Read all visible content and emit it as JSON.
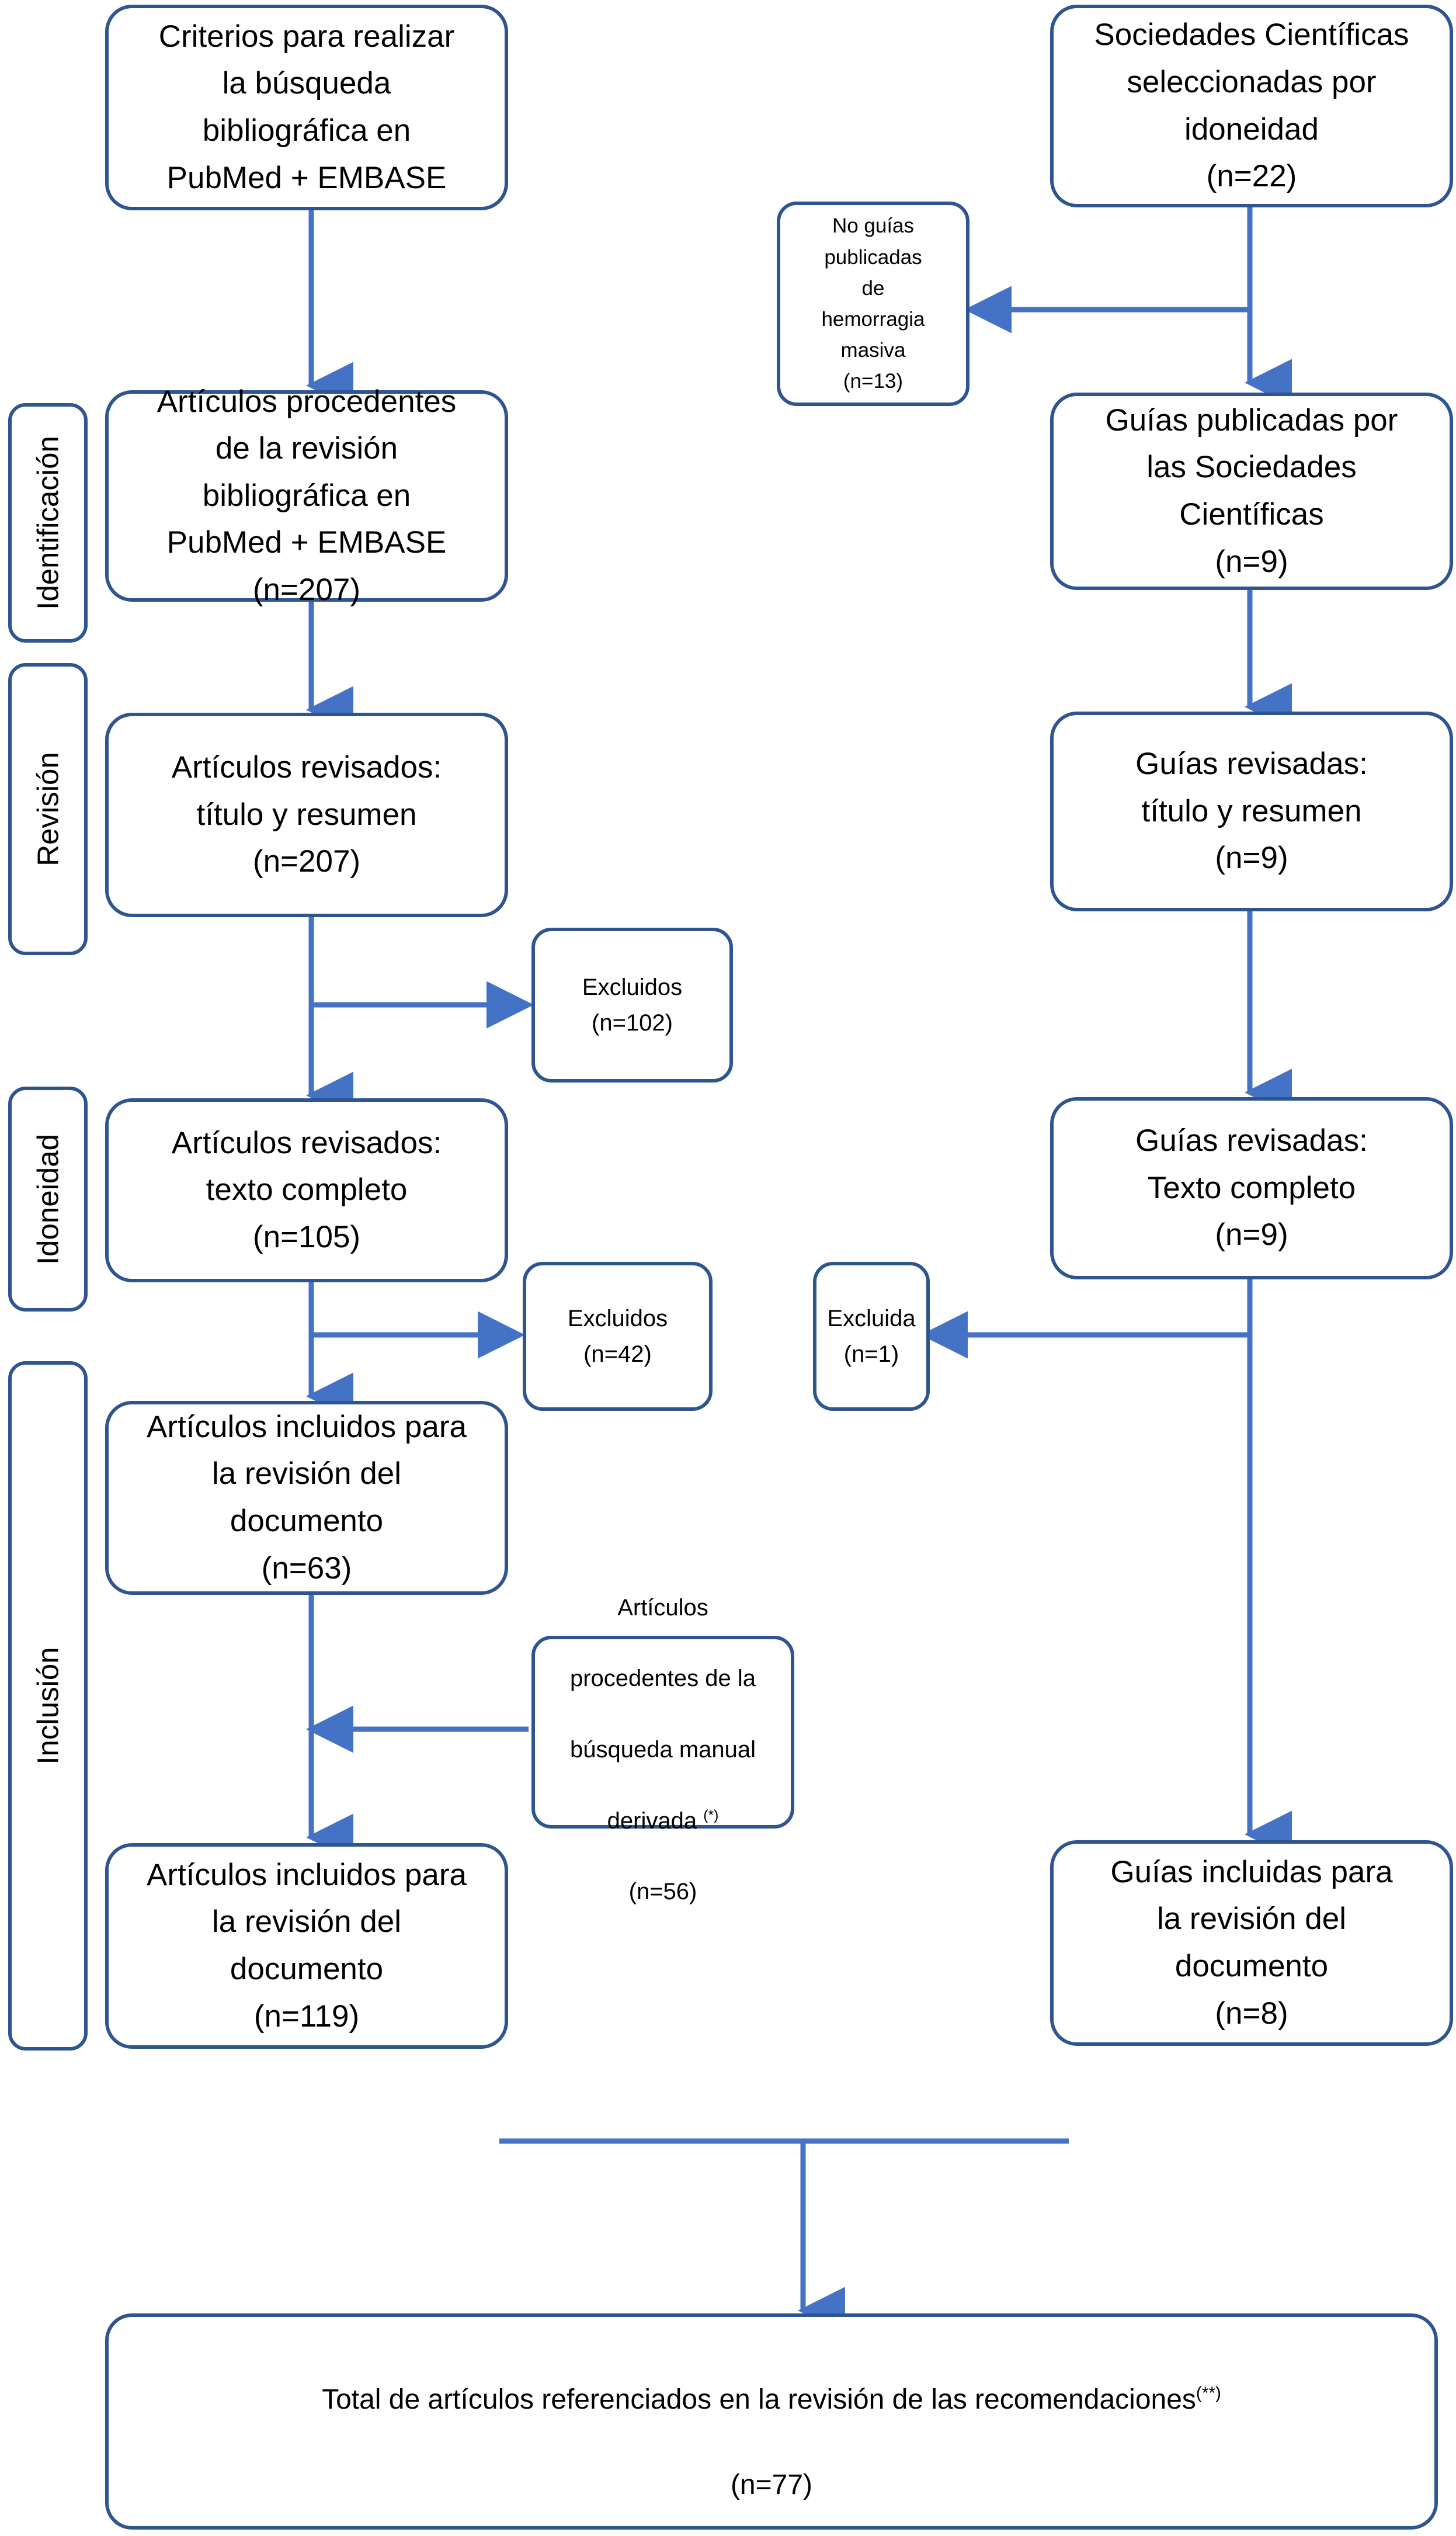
{
  "meta": {
    "diagram_title": "PRISMA flow diagram",
    "box_border_color": "#2E558F",
    "arrow_color": "#4472C4",
    "background_color": "#FFFFFF"
  },
  "stages": [
    {
      "label": "Identificación"
    },
    {
      "label": "Revisión"
    },
    {
      "label": "Idoneidad"
    },
    {
      "label": "Inclusión"
    }
  ],
  "nodes": {
    "criterios": {
      "label": "Criterios para realizar\nla búsqueda\nbibliográfica en\nPubMed + EMBASE"
    },
    "sociedades": {
      "label": "Sociedades Científicas\nseleccionadas por\nidoneidad\n(n=22)"
    },
    "no_guias": {
      "label": "No guías\npublicadas\nde\nhemorragia\nmasiva\n(n=13)"
    },
    "articulos_identificacion": {
      "label": "Artículos procedentes\nde la revisión\nbibliográfica en\nPubMed + EMBASE\n(n=207)"
    },
    "guias_publicadas": {
      "label": "Guías publicadas por\nlas Sociedades\nCientíficas\n(n=9)"
    },
    "articulos_revisados_titulo": {
      "label": "Artículos revisados:\ntítulo y resumen\n(n=207)"
    },
    "guias_revisadas_titulo": {
      "label": "Guías revisadas:\ntítulo y resumen\n(n=9)"
    },
    "excluidos_102": {
      "label": "Excluidos\n(n=102)"
    },
    "articulos_revisados_texto": {
      "label": "Artículos revisados:\ntexto completo\n(n=105)"
    },
    "guias_revisadas_texto": {
      "label": "Guías revisadas:\nTexto completo\n(n=9)"
    },
    "excluidos_42": {
      "label": "Excluidos\n(n=42)"
    },
    "excluida_1": {
      "label": "Excluida\n(n=1)"
    },
    "articulos_incluidos_63": {
      "label": "Artículos incluidos para\nla revisión del\ndocumento\n(n=63)"
    },
    "busqueda_manual": {
      "line1": "Artículos",
      "line2": "procedentes de la",
      "line3": "búsqueda manual",
      "line4_text": "derivada ",
      "line4_sup": "(*)",
      "line5": "(n=56)"
    },
    "articulos_incluidos_119": {
      "label": "Artículos incluidos para\nla revisión del\ndocumento\n(n=119)"
    },
    "guias_incluidas_8": {
      "label": "Guías incluidas para\nla revisión del\ndocumento\n(n=8)"
    },
    "total_final": {
      "line1_text": "Total de artículos referenciados en la revisión de las recomendaciones",
      "line1_sup": "(**)",
      "line2": "(n=77)"
    }
  }
}
